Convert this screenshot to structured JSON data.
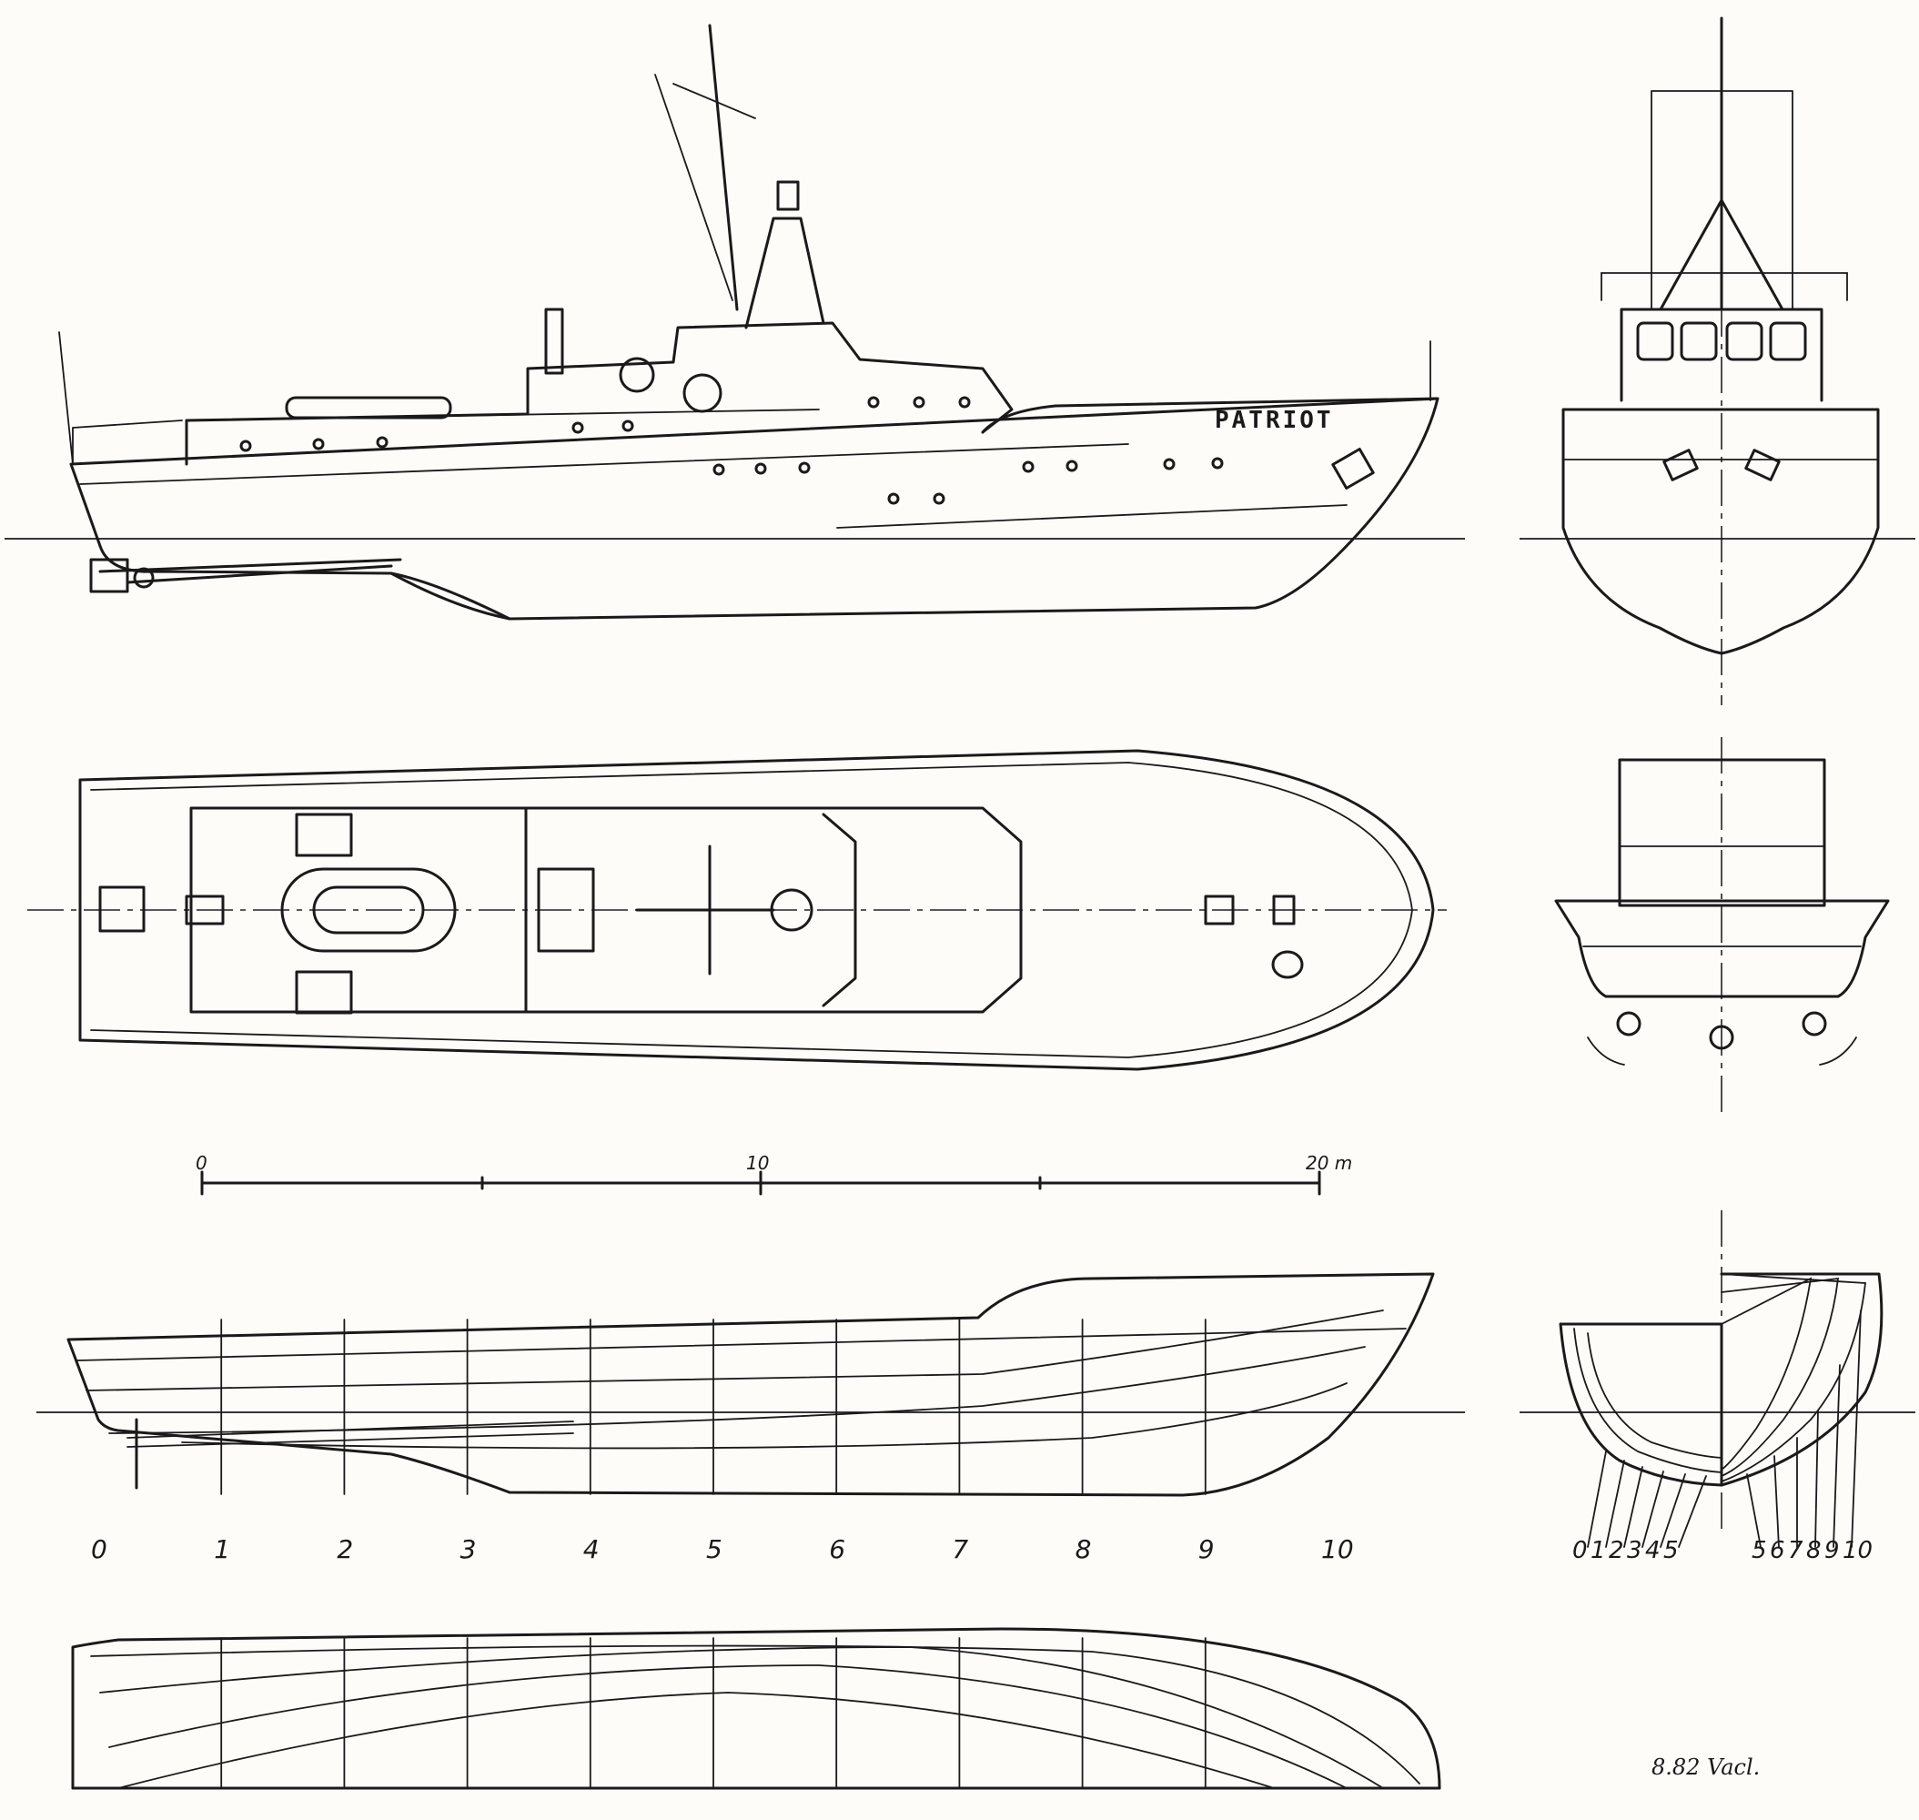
{
  "drawing": {
    "vessel_name": "PATRIOT",
    "scale_bar": {
      "labels": [
        "0",
        "10",
        "20 m"
      ]
    },
    "station_labels": [
      "0",
      "1",
      "2",
      "3",
      "4",
      "5",
      "6",
      "7",
      "8",
      "9",
      "10"
    ],
    "body_plan_aft_labels": [
      "0",
      "1",
      "2",
      "3",
      "4",
      "5"
    ],
    "body_plan_fwd_labels": [
      "5",
      "6",
      "7",
      "8",
      "9",
      "10"
    ],
    "signature": "8.82 Vacl."
  }
}
